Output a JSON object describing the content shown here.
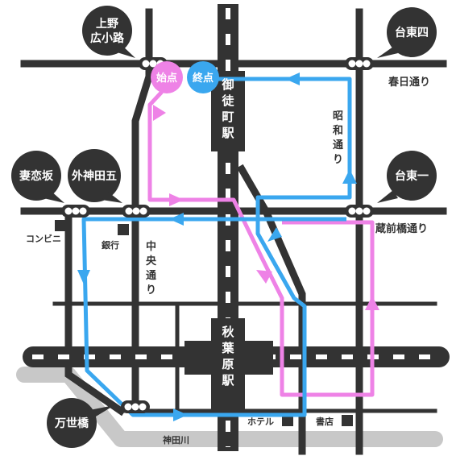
{
  "colors": {
    "road": "#333333",
    "river": "#c8c8c8",
    "rail": "#333333",
    "pink_route": "#ee82e6",
    "blue_route": "#3aa7ef",
    "start_circle": "#ee82e6",
    "end_circle": "#3aa7ef",
    "bubble": "#333333"
  },
  "markers": {
    "start": "始点",
    "end": "終点"
  },
  "intersections": {
    "ueno_hirokoji": [
      "上野",
      "広小路"
    ],
    "taito4": "台東四",
    "tsumakoizaka": "妻恋坂",
    "sotokanda5": "外神田五",
    "taito1": "台東一",
    "mansei_bashi": "万世橋"
  },
  "roads": {
    "kasuga_dori": "春日通り",
    "kuramaebashi_dori": "蔵前橋通り",
    "showa_dori": [
      "昭",
      "和",
      "通",
      "り"
    ],
    "chuo_dori": [
      "中",
      "央",
      "通",
      "り"
    ]
  },
  "stations": {
    "okachimachi": [
      "御",
      "徒",
      "町",
      "駅"
    ],
    "akihabara": [
      "秋",
      "葉",
      "原",
      "駅"
    ]
  },
  "landmarks": {
    "convenience_store": "コンビニ",
    "bank": "銀行",
    "hotel": "ホテル",
    "bookstore": "書店"
  },
  "river": {
    "name": "神田川"
  },
  "icons": {
    "traffic_light": "traffic-light-icon",
    "route_arrow": "route-arrow-icon",
    "building": "building-icon"
  }
}
